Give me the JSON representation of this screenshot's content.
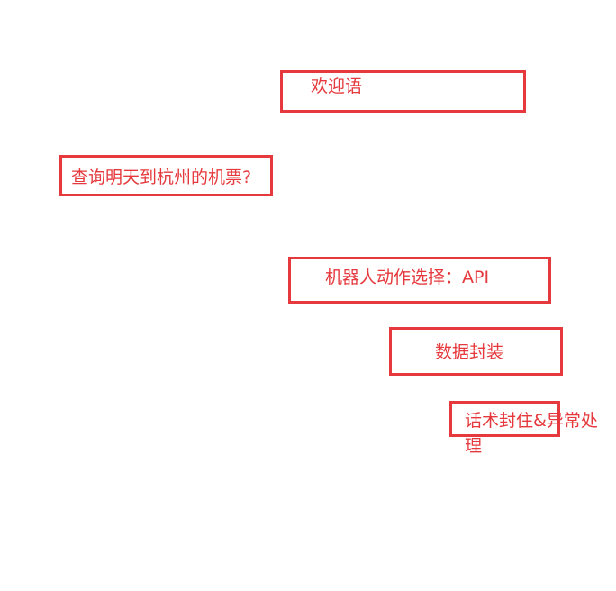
{
  "diagram": {
    "accent_color": "#e5393d",
    "nodes": [
      {
        "id": "welcome",
        "text": "欢迎语"
      },
      {
        "id": "user-query",
        "text": "查询明天到杭州的机票?"
      },
      {
        "id": "robot-action",
        "text": "机器人动作选择：API"
      },
      {
        "id": "data-packaging",
        "text": "数据封装"
      },
      {
        "id": "script-exception",
        "text": "话术封住&异常处理"
      }
    ]
  }
}
